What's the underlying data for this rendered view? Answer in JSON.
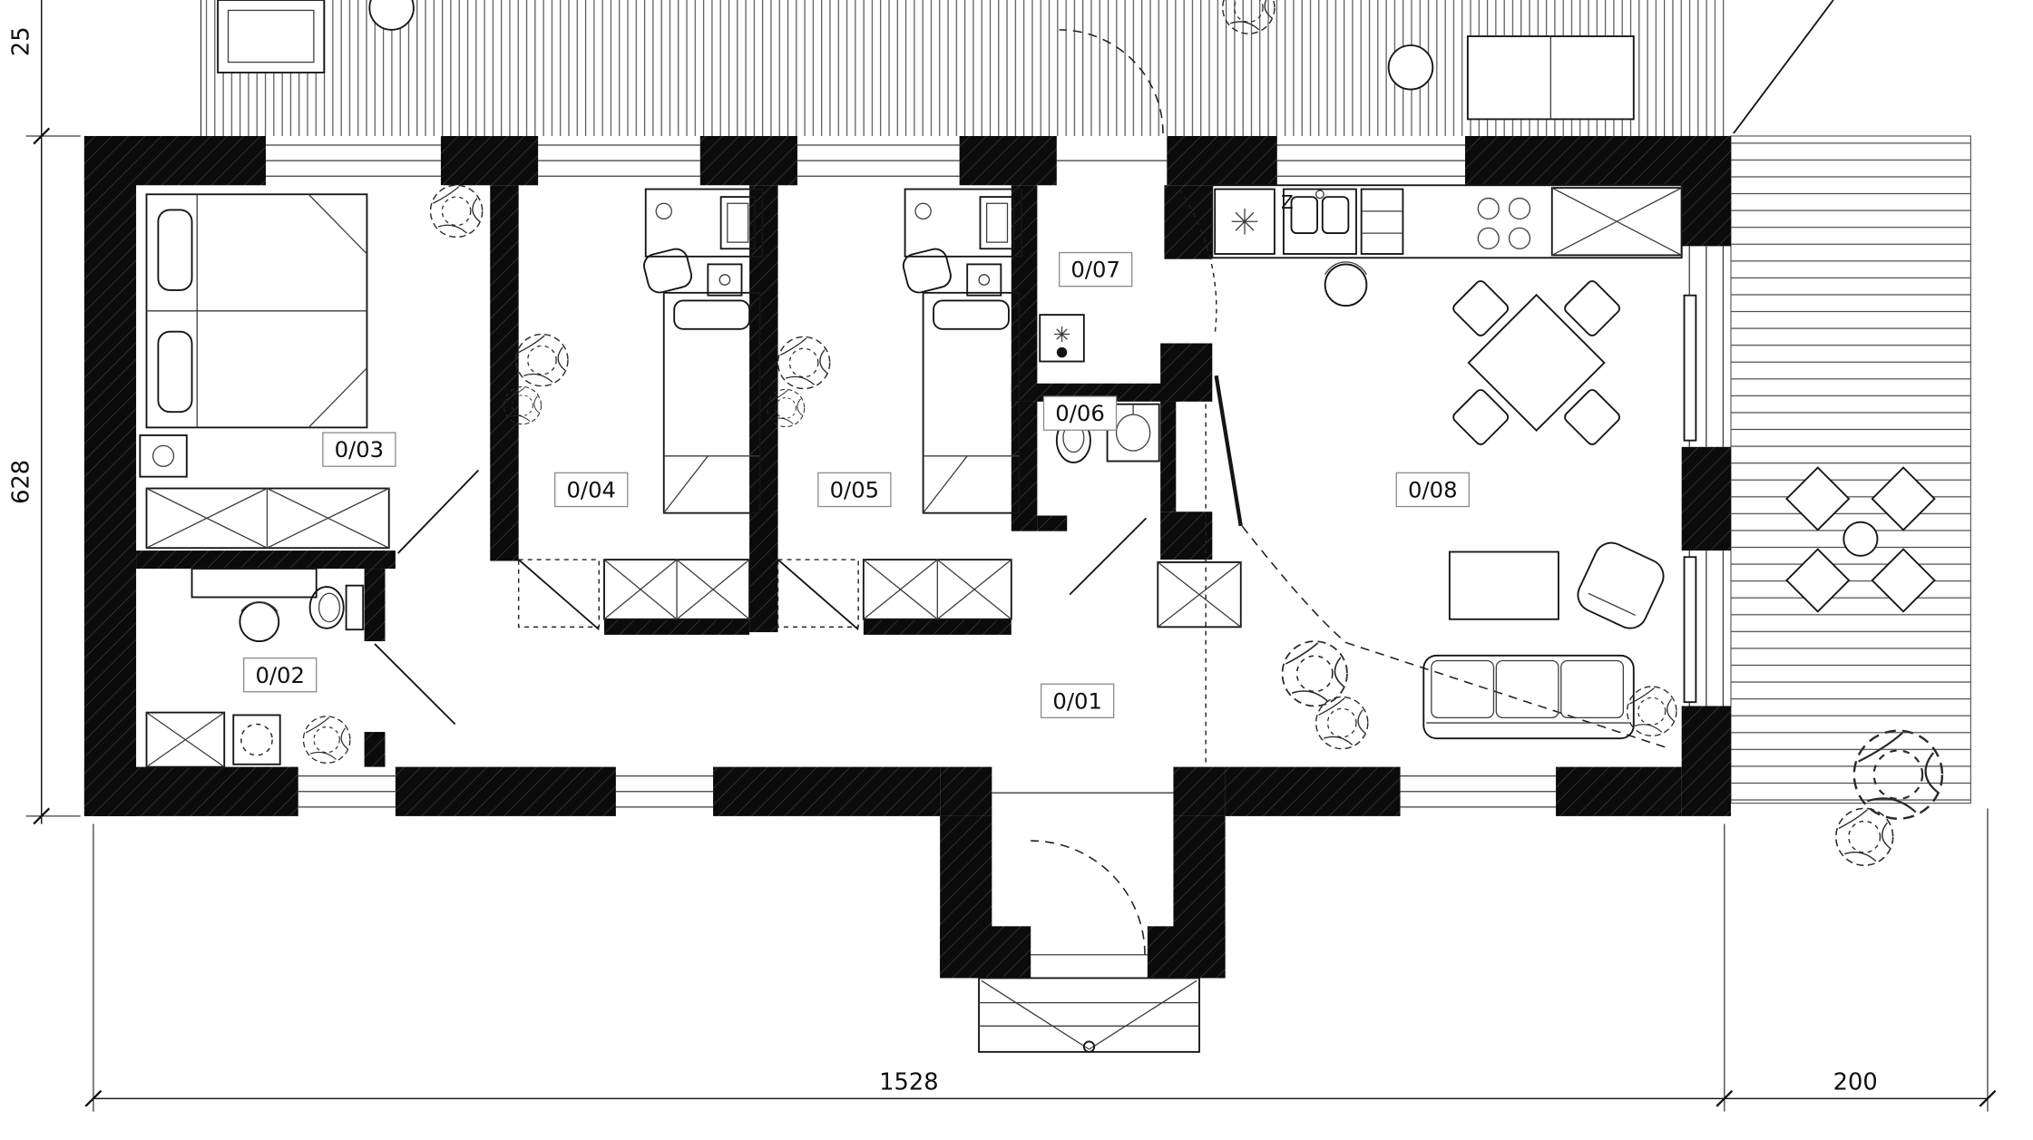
{
  "drawing": {
    "type": "architectural-floor-plan-ground-floor",
    "rooms": [
      {
        "label": "0/01"
      },
      {
        "label": "0/02"
      },
      {
        "label": "0/03"
      },
      {
        "label": "0/04"
      },
      {
        "label": "0/05"
      },
      {
        "label": "0/06"
      },
      {
        "label": "0/07"
      },
      {
        "label": "0/08"
      }
    ],
    "dimensions": {
      "left_height": "628",
      "top_left_partial": "25",
      "bottom_width_main": "1528",
      "bottom_width_terrace": "200"
    },
    "annotations": {
      "kitchen_mark": "Z",
      "fridge_icon": "snowflake",
      "boiler_icon": "star-asterisk"
    },
    "colors": {
      "ink": "#151515",
      "background": "#ffffff",
      "hatch": "#444444"
    }
  }
}
